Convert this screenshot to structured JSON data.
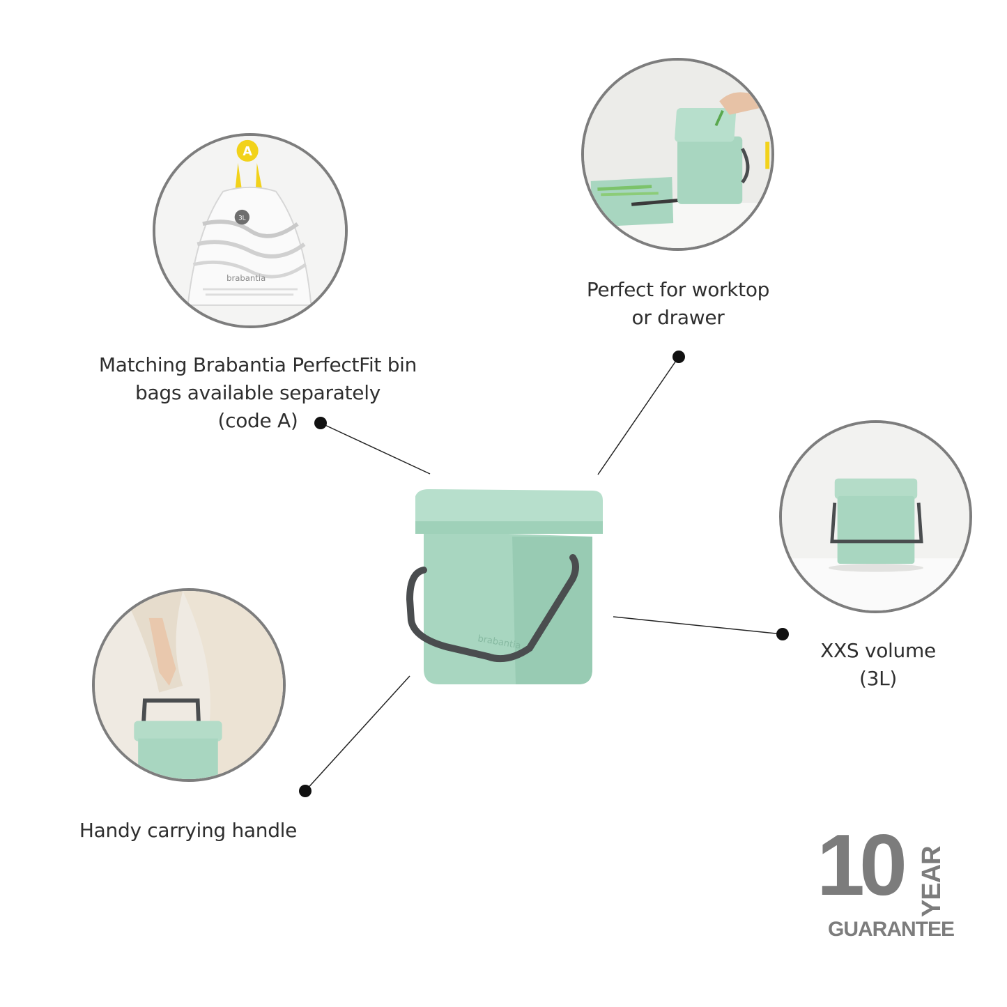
{
  "brand": "brabantia",
  "bag_code_letter": "A",
  "bag_size_label": "3L",
  "features": {
    "bin_bags": {
      "lines": [
        "Matching Brabantia PerfectFit bin",
        "bags available separately",
        "(code A)"
      ]
    },
    "worktop": {
      "lines": [
        "Perfect for worktop",
        "or drawer"
      ]
    },
    "volume": {
      "lines": [
        "XXS volume",
        "(3L)"
      ]
    },
    "handle": {
      "lines": [
        "Handy carrying handle"
      ]
    }
  },
  "guarantee": {
    "number": "10",
    "unit": "YEAR",
    "label": "GUARANTEE"
  },
  "colors": {
    "bin_green": "#a8d6c0",
    "bin_green_dark": "#8fc4ab",
    "handle_grey": "#4a4d4f",
    "circle_border": "#7d7d7d",
    "guarantee_grey": "#7c7c7c",
    "accent_yellow": "#f2d21a"
  }
}
